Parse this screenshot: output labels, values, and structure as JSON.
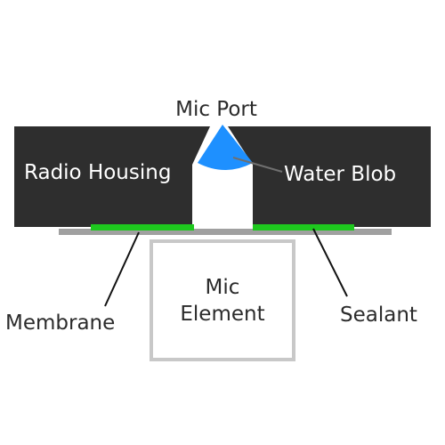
{
  "labels": {
    "mic_port": "Mic Port",
    "radio_housing": "Radio Housing",
    "water_blob": "Water Blob",
    "membrane": "Membrane",
    "sealant": "Sealant",
    "mic_element_line1": "Mic",
    "mic_element_line2": "Element"
  },
  "colors": {
    "housing": "#2e2e2e",
    "water": "#1e90ff",
    "sealant": "#1ec81e",
    "membrane": "#a0a0a0",
    "mic_outline": "#c8c8c8",
    "text_dark": "#2b2b2b",
    "text_light": "#ffffff",
    "leader_line": "#111111"
  }
}
